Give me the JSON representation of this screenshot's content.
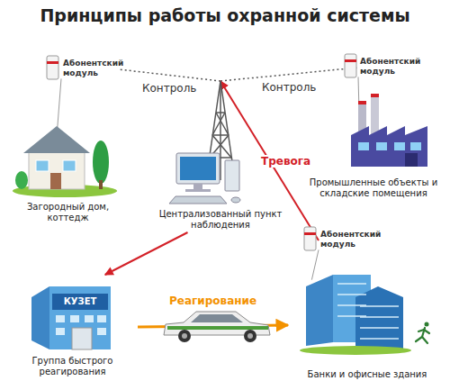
{
  "diagram": {
    "title": "Принципы работы охранной системы",
    "nodes": [
      {
        "text": [
          "Абонентский модуль"
        ]
      },
      {
        "text": [
          "Загородный дом, коттедж"
        ]
      },
      {
        "text": [
          "Централизованный пункт наблюдения"
        ]
      },
      {
        "text": [
          "Абонентский модуль"
        ]
      },
      {
        "text": [
          "Промышленные объекты и складские помещения"
        ]
      },
      {
        "text": [
          "Группа быстрого реагирования"
        ]
      },
      {
        "text": [
          "Абонентский модуль"
        ]
      },
      {
        "text": [
          "Банки и офисные здания"
        ]
      }
    ],
    "edges": [
      {
        "from": 2,
        "to": 0,
        "label": "Контроль",
        "arrow": "none"
      },
      {
        "from": 2,
        "to": 3,
        "label": "Контроль",
        "arrow": "none"
      },
      {
        "from": 6,
        "to": 2,
        "label": "Тревога",
        "arrow": "to"
      },
      {
        "from": 2,
        "to": 5,
        "arrow": "to"
      },
      {
        "from": 5,
        "to": 7,
        "label": "Реагирование",
        "arrow": "to"
      },
      {
        "from": 0,
        "to": 1,
        "arrow": "none"
      },
      {
        "from": 3,
        "to": 4,
        "arrow": "none"
      },
      {
        "from": 6,
        "to": 7,
        "arrow": "none"
      }
    ],
    "labels": [
      "КУЗЕТ"
    ]
  }
}
